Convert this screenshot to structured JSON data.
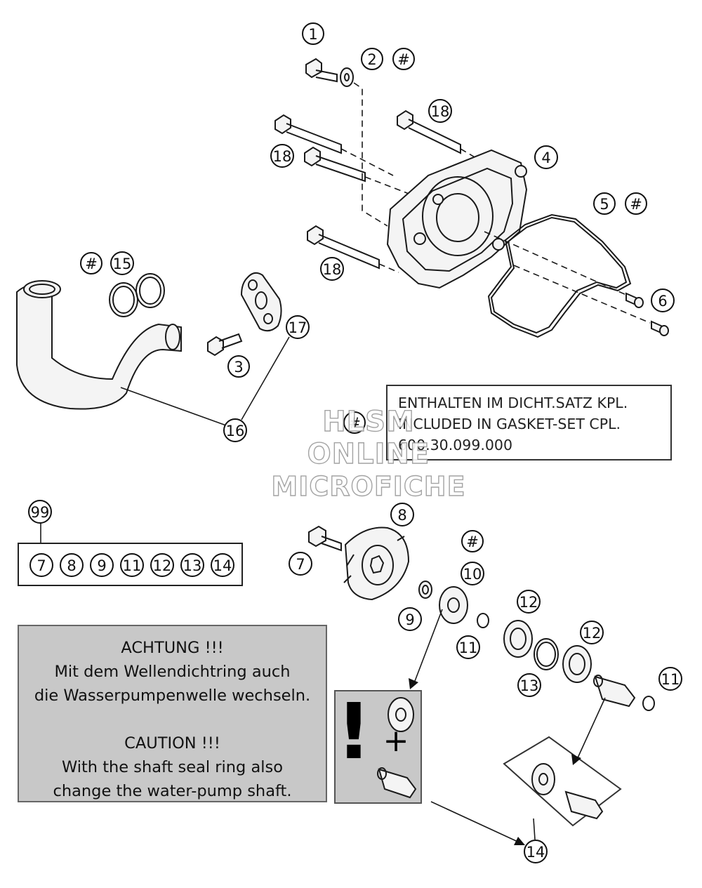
{
  "note": {
    "line_de": "ENTHALTEN IM DICHT.SATZ KPL.",
    "line_en": "INCLUDED IN GASKET-SET CPL.",
    "part_number": "600.30.099.000"
  },
  "warning": {
    "de_title": "ACHTUNG !!!",
    "de_line1": "Mit dem Wellendichtring auch",
    "de_line2": "die Wasserpumpenwelle wechseln.",
    "en_title": "CAUTION !!!",
    "en_line1": "With the shaft seal ring also",
    "en_line2": "change the water-pump shaft."
  },
  "kit": {
    "label": "99",
    "items": [
      "7",
      "8",
      "9",
      "11",
      "12",
      "13",
      "14"
    ]
  },
  "callouts": {
    "c1": "1",
    "c2": "2",
    "c2h": "#",
    "c3": "3",
    "c4": "4",
    "c5": "5",
    "c5h": "#",
    "c6": "6",
    "c7": "7",
    "c8": "8",
    "c9": "9",
    "c10": "10",
    "c10h": "#",
    "c11a": "11",
    "c11b": "11",
    "c12a": "12",
    "c12b": "12",
    "c13": "13",
    "c14": "14",
    "c15": "15",
    "c15h": "#",
    "c16": "16",
    "c17": "17",
    "c18a": "18",
    "c18b": "18",
    "c18c": "18",
    "noteh": "#"
  },
  "special_box": {
    "exclamation": "!",
    "plus": "+"
  },
  "watermark": {
    "line1": "HLSM",
    "line2": "ONLINE",
    "line3": "MICROFICHE"
  }
}
